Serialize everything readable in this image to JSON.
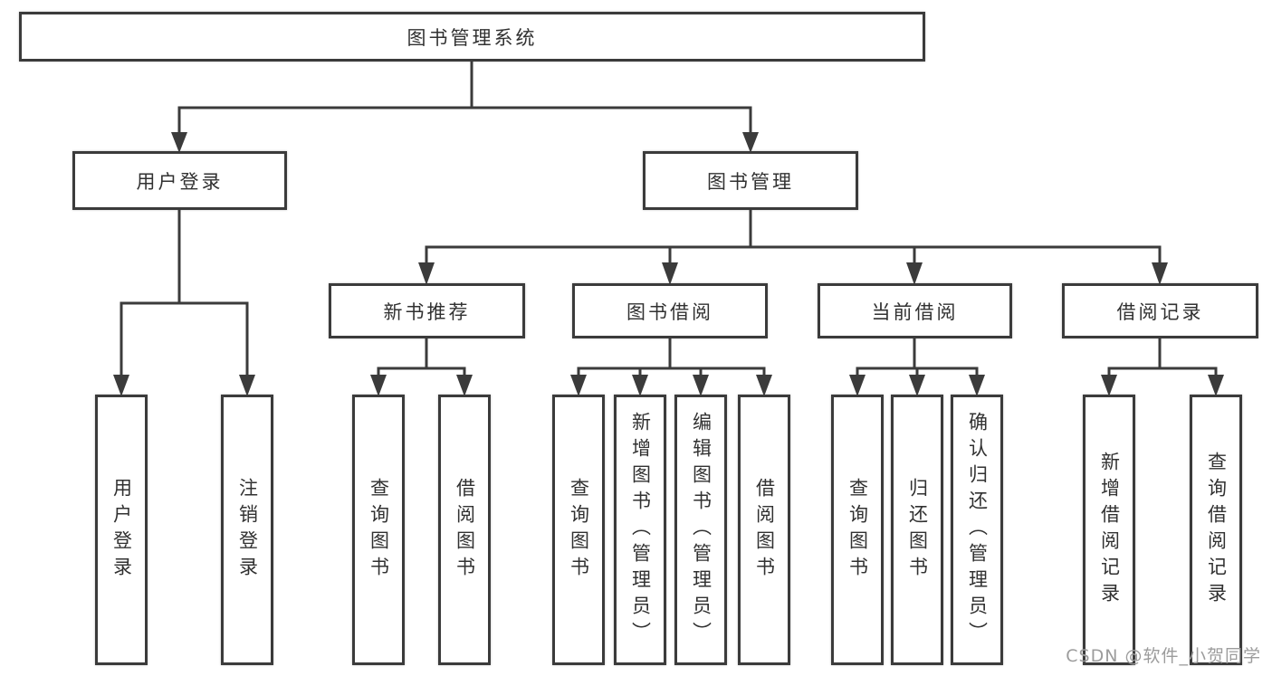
{
  "diagram": {
    "root": {
      "label": "图书管理系统"
    },
    "level2": {
      "user_login": {
        "label": "用户登录"
      },
      "book_management": {
        "label": "图书管理"
      }
    },
    "level3": {
      "new_book_recommend": {
        "label": "新书推荐"
      },
      "book_borrowing": {
        "label": "图书借阅"
      },
      "current_borrowing": {
        "label": "当前借阅"
      },
      "borrowing_records": {
        "label": "借阅记录"
      }
    },
    "leaves": [
      "用户登录",
      "注销登录",
      "查询图书",
      "借阅图书",
      "查询图书",
      "新增图书（管理员）",
      "编辑图书（管理员）",
      "借阅图书",
      "查询图书",
      "归还图书",
      "确认归还（管理员）",
      "新增借阅记录",
      "查询借阅记录"
    ]
  },
  "colors": {
    "line": "#3b3b3b",
    "box_border": "#3b3b3b",
    "text": "#313131",
    "background": "#ffffff",
    "watermark": "#9c9c9c"
  },
  "watermark": "CSDN @软件_小贺同学"
}
